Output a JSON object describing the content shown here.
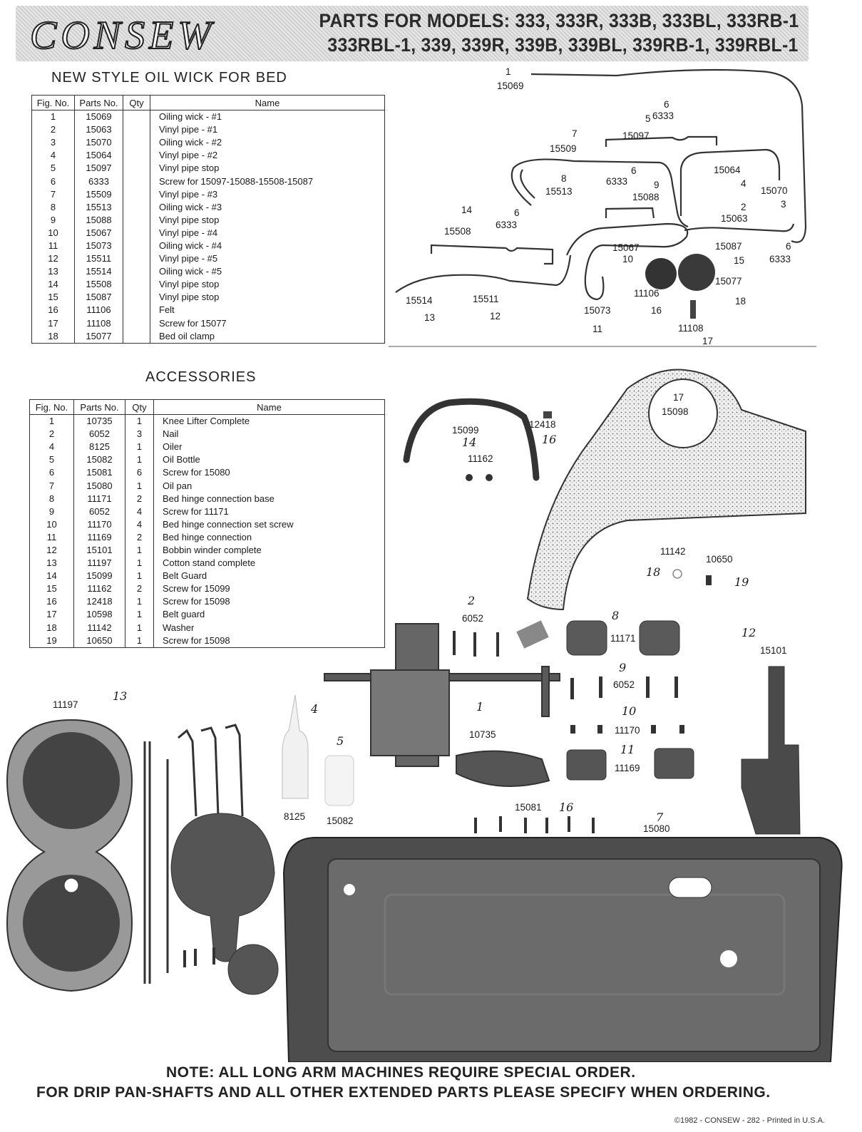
{
  "header": {
    "logo": "CONSEW",
    "models_line1": "PARTS FOR MODELS: 333, 333R, 333B, 333BL, 333RB-1",
    "models_line2": "333RBL-1, 339, 339R, 339B, 339BL, 339RB-1, 339RBL-1"
  },
  "oil_wick": {
    "title": "NEW STYLE OIL WICK FOR BED",
    "columns": [
      "Fig. No.",
      "Parts No.",
      "Qty",
      "Name"
    ],
    "rows": [
      [
        "1",
        "15069",
        "",
        "Oiling wick - #1"
      ],
      [
        "2",
        "15063",
        "",
        "Vinyl pipe - #1"
      ],
      [
        "3",
        "15070",
        "",
        "Oiling wick - #2"
      ],
      [
        "4",
        "15064",
        "",
        "Vinyl pipe - #2"
      ],
      [
        "5",
        "15097",
        "",
        "Vinyl pipe stop"
      ],
      [
        "6",
        "6333",
        "",
        "Screw for 15097-15088-15508-15087"
      ],
      [
        "7",
        "15509",
        "",
        "Vinyl pipe - #3"
      ],
      [
        "8",
        "15513",
        "",
        "Oiling wick - #3"
      ],
      [
        "9",
        "15088",
        "",
        "Vinyl pipe stop"
      ],
      [
        "10",
        "15067",
        "",
        "Vinyl pipe - #4"
      ],
      [
        "11",
        "15073",
        "",
        "Oiling wick - #4"
      ],
      [
        "12",
        "15511",
        "",
        "Vinyl pipe - #5"
      ],
      [
        "13",
        "15514",
        "",
        "Oiling wick - #5"
      ],
      [
        "14",
        "15508",
        "",
        "Vinyl pipe stop"
      ],
      [
        "15",
        "15087",
        "",
        "Vinyl pipe stop"
      ],
      [
        "16",
        "11106",
        "",
        "Felt"
      ],
      [
        "17",
        "11108",
        "",
        "Screw for 15077"
      ],
      [
        "18",
        "15077",
        "",
        "Bed oil clamp"
      ]
    ],
    "diagram_labels": [
      [
        "1",
        "15069"
      ],
      [
        "2",
        "15063"
      ],
      [
        "3",
        "15070"
      ],
      [
        "4",
        "15064"
      ],
      [
        "5",
        "15097"
      ],
      [
        "6",
        "6333"
      ],
      [
        "7",
        "15509"
      ],
      [
        "8",
        "15513"
      ],
      [
        "9",
        "15088"
      ],
      [
        "10",
        "15067"
      ],
      [
        "11",
        "15073"
      ],
      [
        "12",
        "15511"
      ],
      [
        "13",
        "15514"
      ],
      [
        "14",
        "15508"
      ],
      [
        "15",
        "15087"
      ],
      [
        "16",
        "11106"
      ],
      [
        "17",
        "11108"
      ],
      [
        "18",
        "15077"
      ]
    ]
  },
  "accessories": {
    "title": "ACCESSORIES",
    "columns": [
      "Fig. No.",
      "Parts No.",
      "Qty",
      "Name"
    ],
    "rows": [
      [
        "1",
        "10735",
        "1",
        "Knee Lifter Complete"
      ],
      [
        "2",
        "6052",
        "3",
        "Nail"
      ],
      [
        "4",
        "8125",
        "1",
        "Oiler"
      ],
      [
        "5",
        "15082",
        "1",
        "Oil Bottle"
      ],
      [
        "6",
        "15081",
        "6",
        "Screw for 15080"
      ],
      [
        "7",
        "15080",
        "1",
        "Oil pan"
      ],
      [
        "8",
        "11171",
        "2",
        "Bed hinge connection base"
      ],
      [
        "9",
        "6052",
        "4",
        "Screw for 11171"
      ],
      [
        "10",
        "11170",
        "4",
        "Bed hinge connection set screw"
      ],
      [
        "11",
        "11169",
        "2",
        "Bed hinge connection"
      ],
      [
        "12",
        "15101",
        "1",
        "Bobbin winder complete"
      ],
      [
        "13",
        "11197",
        "1",
        "Cotton stand complete"
      ],
      [
        "14",
        "15099",
        "1",
        "Belt Guard"
      ],
      [
        "15",
        "11162",
        "2",
        "Screw for 15099"
      ],
      [
        "16",
        "12418",
        "1",
        "Screw for 15098"
      ],
      [
        "17",
        "10598",
        "1",
        "Belt guard"
      ],
      [
        "18",
        "11142",
        "1",
        "Washer"
      ],
      [
        "19",
        "10650",
        "1",
        "Screw for 15098"
      ]
    ],
    "diagram_labels": {
      "p15098": "15098",
      "f17": "17",
      "p15099": "15099",
      "f14": "14",
      "p12418": "12418",
      "f16a": "16",
      "p11162": "11162",
      "p11142": "11142",
      "f18": "18",
      "p10650": "10650",
      "f19": "19",
      "f2": "2",
      "p6052a": "6052",
      "f8": "8",
      "p11171": "11171",
      "f12": "12",
      "p15101": "15101",
      "f9": "9",
      "p6052b": "6052",
      "f10": "10",
      "p11170": "11170",
      "f11": "11",
      "p11169": "11169",
      "p11197": "11197",
      "f13": "13",
      "f4": "4",
      "p8125": "8125",
      "f5": "5",
      "p15082": "15082",
      "f1": "1",
      "p10735": "10735",
      "p15081": "15081",
      "f16b": "16",
      "f7": "7",
      "p15080": "15080"
    }
  },
  "footer": {
    "note1": "NOTE: ALL LONG ARM MACHINES REQUIRE SPECIAL ORDER.",
    "note2": "FOR DRIP PAN-SHAFTS AND ALL OTHER EXTENDED PARTS PLEASE SPECIFY WHEN ORDERING.",
    "copyright": "©1982 - CONSEW - 282 - Printed in U.S.A."
  }
}
